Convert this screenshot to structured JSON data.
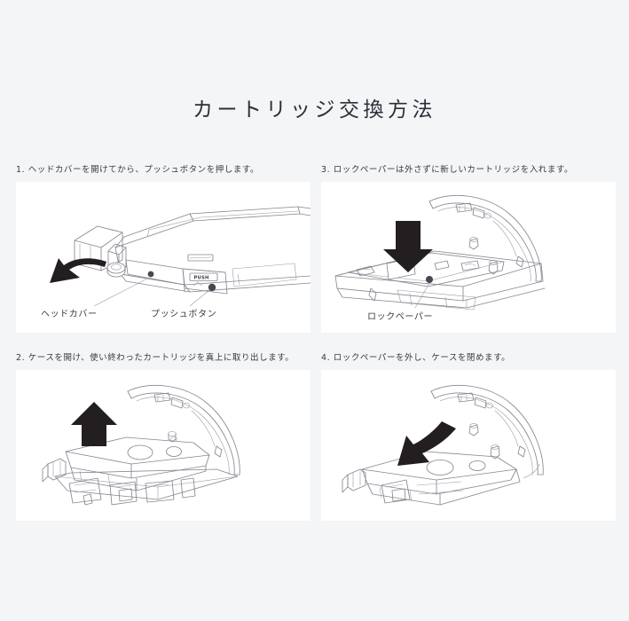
{
  "page": {
    "background_color": "#f3f5f7",
    "panel_color": "#ffffff",
    "line_art_color": "#8a8590",
    "arrow_color": "#231f20",
    "text_color": "#3a3a42"
  },
  "header": {
    "title": "カートリッジ交換方法"
  },
  "steps": [
    {
      "caption": "1. ヘッドカバーを開けてから、プッシュボタンを押します。",
      "figure_name": "head-cover-and-push-button-diagram",
      "labels": [
        {
          "text": "ヘッドカバー"
        },
        {
          "text": "プッシュボタン"
        }
      ],
      "button_text": "PUSH",
      "arrow_direction": "curved-down-left"
    },
    {
      "caption": "2. ケースを開け、使い終わったカートリッジを真上に取り出します。",
      "figure_name": "remove-used-cartridge-diagram",
      "labels": [],
      "arrow_direction": "up"
    },
    {
      "caption": "3. ロックペーパーは外さずに新しいカートリッジを入れます。",
      "figure_name": "insert-new-cartridge-diagram",
      "labels": [
        {
          "text": "ロックペーパー"
        }
      ],
      "arrow_direction": "down"
    },
    {
      "caption": "4. ロックペーパーを外し、ケースを閉めます。",
      "figure_name": "close-case-diagram",
      "labels": [],
      "arrow_direction": "curved-down-left"
    }
  ]
}
